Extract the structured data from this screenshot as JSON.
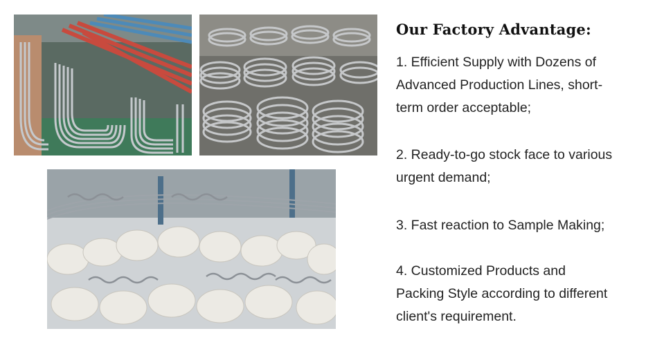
{
  "heading": "Our Factory Advantage:",
  "advantages": [
    {
      "line1": "1. Efficient Supply with Dozens of",
      "line2": "Advanced Production Lines, short-",
      "line3": "term order acceptable;"
    },
    {
      "line1": "2. Ready-to-go stock face to various",
      "line2": "urgent demand;"
    },
    {
      "line1": "3. Fast reaction to Sample Making;"
    },
    {
      "line1": "4. Customized Products and",
      "line2": "Packing Style according to different",
      "line3": "client's requirement."
    }
  ],
  "photos": [
    {
      "name": "u-bend-tubes-photo",
      "icon": "u-bend-tube-bundles"
    },
    {
      "name": "coiled-tubes-photo",
      "icon": "coil-stacks"
    },
    {
      "name": "packed-coils-photo",
      "icon": "wrapped-coil-bundles"
    }
  ],
  "colors": {
    "text": "#222222",
    "heading": "#111111",
    "steel": "#b9bec4",
    "floor": "#3f7a5a",
    "red_tube": "#c84a3e",
    "blue_tube": "#4d8ab8"
  }
}
